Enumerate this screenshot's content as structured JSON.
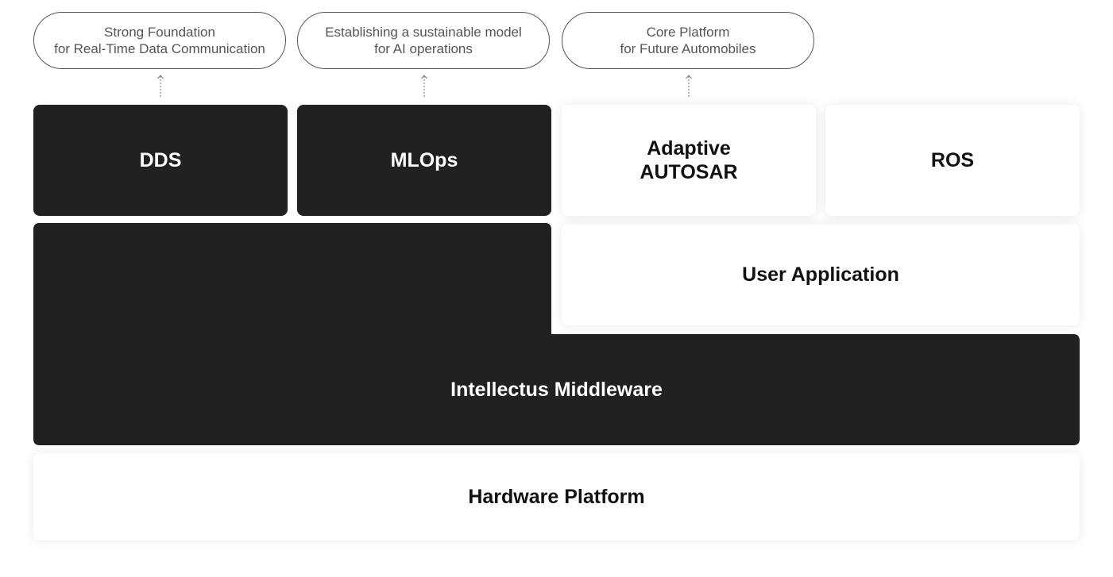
{
  "goals": [
    {
      "line1": "Strong Foundation",
      "line2": "for Real-Time Data Communication"
    },
    {
      "line1": "Establishing a sustainable model",
      "line2": "for AI operations"
    },
    {
      "line1": "Core Platform",
      "line2": "for Future Automobiles"
    }
  ],
  "modules": {
    "dds": "DDS",
    "mlops": "MLOps",
    "adaptive_autosar_line1": "Adaptive",
    "adaptive_autosar_line2": "AUTOSAR",
    "ros": "ROS"
  },
  "layers": {
    "user_application": "User Application",
    "middleware": "Intellectus Middleware",
    "hardware": "Hardware Platform"
  },
  "colors": {
    "dark_block": "#212121",
    "light_block": "#ffffff",
    "pill_border": "#555555",
    "arrow": "#888888"
  }
}
